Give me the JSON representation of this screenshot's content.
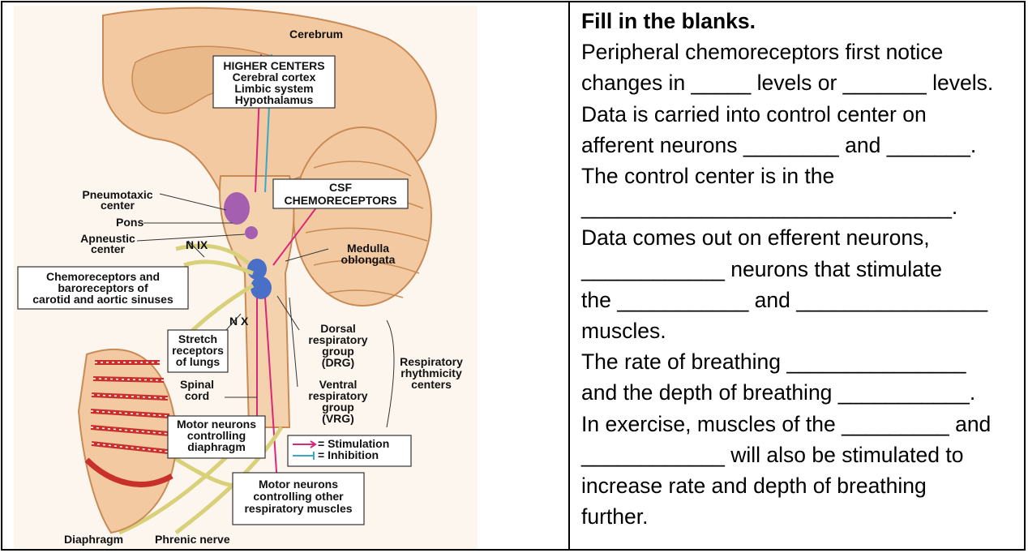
{
  "worksheet": {
    "title": "Fill in the blanks.",
    "lines": [
      "Peripheral chemoreceptors first notice",
      "changes in _____ levels or _______ levels.",
      "Data is carried into control center on",
      "afferent neurons ________ and _______.",
      "The control center is in the",
      "_______________________________.",
      "Data comes out on efferent neurons,",
      "____________ neurons that stimulate",
      "the ___________ and ________________",
      "muscles.",
      "The rate of breathing _______________",
      "and the depth of breathing ___________.",
      "In exercise, muscles of the _________ and",
      "____________ will also be stimulated to",
      "increase rate and depth of breathing",
      "further."
    ]
  },
  "diagram": {
    "cerebrum": "Cerebrum",
    "higher_centers": [
      "HIGHER CENTERS",
      "Cerebral cortex",
      "Limbic system",
      "Hypothalamus"
    ],
    "csf_chemoreceptors": [
      "CSF",
      "CHEMORECEPTORS"
    ],
    "pneumotaxic": [
      "Pneumotaxic",
      "center"
    ],
    "pons": "Pons",
    "apneustic": [
      "Apneustic",
      "center"
    ],
    "n_ix": "N IX",
    "medulla": [
      "Medulla",
      "oblongata"
    ],
    "peripheral_chemo": [
      "Chemoreceptors and",
      "baroreceptors of",
      "carotid and aortic sinuses"
    ],
    "n_x": "N X",
    "drg": [
      "Dorsal",
      "respiratory",
      "group",
      "(DRG)"
    ],
    "vrg": [
      "Ventral",
      "respiratory",
      "group",
      "(VRG)"
    ],
    "rhythmicity": [
      "Respiratory",
      "rhythmicity",
      "centers"
    ],
    "stretch": [
      "Stretch",
      "receptors",
      "of lungs"
    ],
    "spinal_cord": [
      "Spinal",
      "cord"
    ],
    "motor_diaphragm": [
      "Motor neurons",
      "controlling",
      "diaphragm"
    ],
    "legend_stimulation": "= Stimulation",
    "legend_inhibition": "= Inhibition",
    "motor_other": [
      "Motor neurons",
      "controlling other",
      "respiratory muscles"
    ],
    "diaphragm": "Diaphragm",
    "phrenic": "Phrenic nerve"
  },
  "colors": {
    "brain": "#f2c9a0",
    "brain_dark": "#c98a55",
    "nucleus": "#a45fb0",
    "medulla_nucleus": "#4a6fc7",
    "stimulation": "#d9277a",
    "inhibition": "#3aa7c9",
    "nerve": "#d9d07a",
    "muscle": "#c8302c"
  }
}
